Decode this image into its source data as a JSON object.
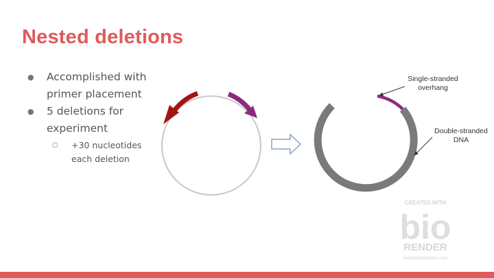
{
  "slide": {
    "title": "Nested deletions",
    "title_color": "#e05a5a",
    "bullets": [
      {
        "text": "Accomplished with primer placement"
      },
      {
        "text": "5 deletions for experiment",
        "sub": [
          {
            "text": "+30 nucleotides each deletion"
          }
        ]
      }
    ]
  },
  "diagram": {
    "left_plasmid": {
      "circle_color": "#c8c8c8",
      "arrow_left_color": "#a31515",
      "arrow_right_color": "#8e2a7e"
    },
    "transition_arrow_icon": "right-arrow-outline-icon",
    "right_plasmid": {
      "dna_color": "#7a7a7a",
      "overhang_color": "#8e2a7e"
    },
    "labels": {
      "single_stranded_line1": "Single-stranded",
      "single_stranded_line2": "overhang",
      "double_stranded_line1": "Double-stranded",
      "double_stranded_line2": "DNA"
    }
  },
  "watermark": {
    "line1": "CREATED WITH",
    "logo": "bio",
    "line2": "RENDER",
    "line3": "WWW.BIORENDER.COM"
  },
  "theme": {
    "accent": "#e05a5a",
    "text": "#555555"
  }
}
